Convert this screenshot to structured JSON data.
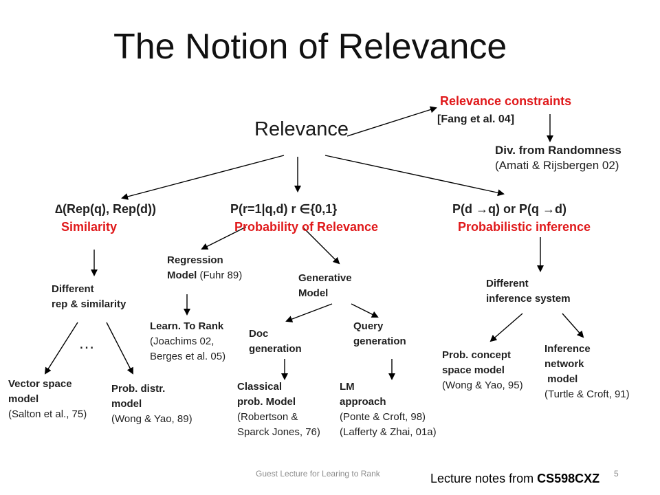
{
  "title": "The Notion of Relevance",
  "root": "Relevance",
  "constraints": {
    "label": "Relevance constraints",
    "cite": "[Fang et al. 04]"
  },
  "dfr": {
    "line1": "Div. from Randomness",
    "line2": "(Amati  & Rijsbergen 02)"
  },
  "branches": {
    "similarity": {
      "formula": "∆(Rep(q), Rep(d))",
      "label": "Similarity"
    },
    "probability": {
      "formula": "P(r=1|q,d)   r ∈{0,1}",
      "label": "Probability of Relevance"
    },
    "inference": {
      "formula": "P(d →q) or P(q →d)",
      "label": "Probabilistic inference"
    }
  },
  "diff_rep": {
    "line1": "Different",
    "line2": "rep &  similarity"
  },
  "ellipsis": "…",
  "vector_space": {
    "line1": "Vector space",
    "line2": "model",
    "line3": "(Salton et al., 75)"
  },
  "prob_distr": {
    "line1": "Prob. distr.",
    "line2": "model",
    "line3": "(Wong & Yao, 89)"
  },
  "regression": {
    "line1": "Regression",
    "line2a": "Model ",
    "line2b": "(Fuhr 89)"
  },
  "learn_rank": {
    "line1": "Learn. To Rank",
    "line2": "(Joachims 02,",
    "line3": "Berges et al. 05)"
  },
  "generative": {
    "line1": "Generative",
    "line2": "Model"
  },
  "doc_gen": {
    "line1": "Doc",
    "line2": "generation"
  },
  "query_gen": {
    "line1": "Query",
    "line2": "generation"
  },
  "classical": {
    "line1": "Classical",
    "line2": "prob. Model",
    "line3": "(Robertson &",
    "line4": "Sparck Jones, 76)"
  },
  "lm": {
    "line1": "LM",
    "line2": "approach",
    "line3": "(Ponte & Croft, 98)",
    "line4": "(Lafferty & Zhai, 01a)"
  },
  "diff_inf": {
    "line1": "Different",
    "line2": "inference system"
  },
  "prob_concept": {
    "line1": "Prob. concept",
    "line2": "space model",
    "line3": "(Wong & Yao, 95)"
  },
  "inf_network": {
    "line1": "Inference",
    "line2": "network",
    "line3": " model",
    "line4": "(Turtle & Croft, 91)"
  },
  "footer": "Guest Lecture for Learing to Rank",
  "page_number": "5",
  "lecture_notes": {
    "prefix": "Lecture notes from ",
    "course": "CS598CXZ"
  },
  "colors": {
    "accent_red": "#e0191b",
    "text": "#1f1f1f",
    "arrow": "#000000",
    "footer": "#8c8c8c"
  }
}
